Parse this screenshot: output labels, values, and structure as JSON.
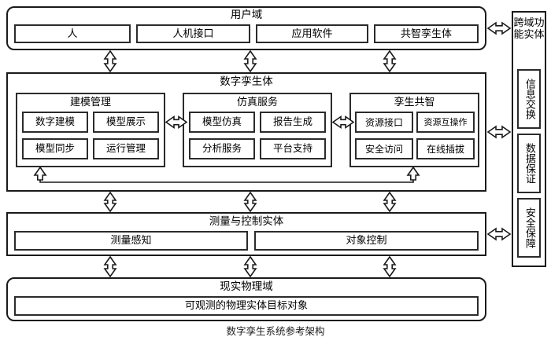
{
  "diagram": {
    "title": "数字孪生系统参考架构",
    "layers": [
      {
        "id": "user-domain",
        "title": "用户域",
        "items": [
          "人",
          "人机接口",
          "应用软件",
          "共智孪生体"
        ]
      },
      {
        "id": "digital-twin",
        "title": "数字孪生体",
        "panels": [
          {
            "id": "modeling-management",
            "title": "建模管理",
            "items": [
              "数字建模",
              "模型展示",
              "模型同步",
              "运行管理"
            ]
          },
          {
            "id": "simulation-service",
            "title": "仿真服务",
            "items": [
              "模型仿真",
              "报告生成",
              "分析服务",
              "平台支持"
            ]
          },
          {
            "id": "twin-collective-intelligence",
            "title": "孪生共智",
            "items": [
              "资源接口",
              "资源互操作",
              "安全访问",
              "在线插拔"
            ]
          }
        ]
      },
      {
        "id": "measure-control",
        "title": "测量与控制实体",
        "items": [
          "测量感知",
          "对象控制"
        ]
      },
      {
        "id": "physical-domain",
        "title": "现实物理域",
        "items": [
          "可观测的物理实体目标对象"
        ]
      }
    ],
    "cross_domain": {
      "title": "跨域功能实体",
      "items": [
        "信息交换",
        "数据保证",
        "安全保障"
      ]
    },
    "colors": {
      "line": "#1a1a1a",
      "inner_line": "#2b2b2b",
      "background": "#ffffff"
    }
  }
}
